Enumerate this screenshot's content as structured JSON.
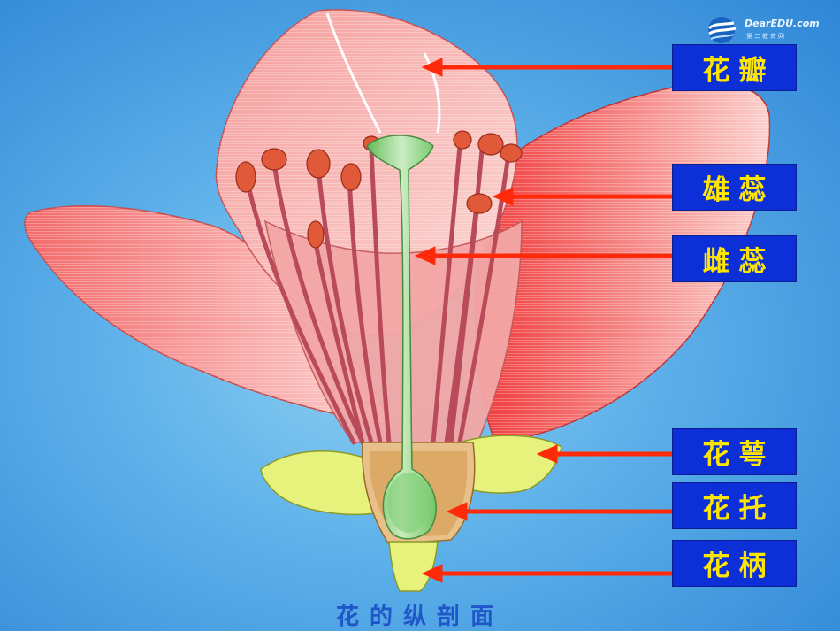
{
  "logo": {
    "text": "DearEDU.com",
    "subtext": "第二教育网"
  },
  "labels": {
    "petal": "花瓣",
    "stamen": "雄蕊",
    "pistil": "雌蕊",
    "sepal": "花萼",
    "receptacle": "花托",
    "pedicel": "花柄"
  },
  "caption": "花的纵剖面",
  "colors": {
    "background": "#5fb2ea",
    "label_box": "#0d2fd8",
    "label_text": "#ffe600",
    "arrow": "#ff2a0a",
    "caption": "#1f57c9",
    "petal": "#f48a8a",
    "pistil": "#8fd48a",
    "sepal": "#e4f07a"
  }
}
